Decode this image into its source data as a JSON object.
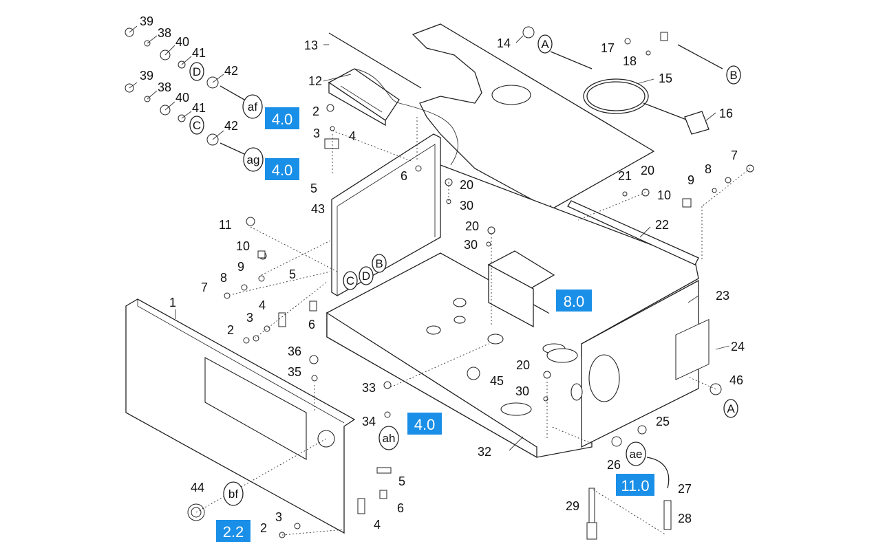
{
  "labels": [
    {
      "id": "l1",
      "text": "1"
    },
    {
      "id": "l2a",
      "text": "2"
    },
    {
      "id": "l2b",
      "text": "2"
    },
    {
      "id": "l2c",
      "text": "2"
    },
    {
      "id": "l3a",
      "text": "3"
    },
    {
      "id": "l3b",
      "text": "3"
    },
    {
      "id": "l3c",
      "text": "3"
    },
    {
      "id": "l4a",
      "text": "4"
    },
    {
      "id": "l4b",
      "text": "4"
    },
    {
      "id": "l4c",
      "text": "4"
    },
    {
      "id": "l5a",
      "text": "5"
    },
    {
      "id": "l5b",
      "text": "5"
    },
    {
      "id": "l5c",
      "text": "5"
    },
    {
      "id": "l6a",
      "text": "6"
    },
    {
      "id": "l6b",
      "text": "6"
    },
    {
      "id": "l6c",
      "text": "6"
    },
    {
      "id": "l7a",
      "text": "7"
    },
    {
      "id": "l7b",
      "text": "7"
    },
    {
      "id": "l8a",
      "text": "8"
    },
    {
      "id": "l8b",
      "text": "8"
    },
    {
      "id": "l9a",
      "text": "9"
    },
    {
      "id": "l9b",
      "text": "9"
    },
    {
      "id": "l10a",
      "text": "10"
    },
    {
      "id": "l10b",
      "text": "10"
    },
    {
      "id": "l11",
      "text": "11"
    },
    {
      "id": "l12",
      "text": "12"
    },
    {
      "id": "l13",
      "text": "13"
    },
    {
      "id": "l14",
      "text": "14"
    },
    {
      "id": "l15",
      "text": "15"
    },
    {
      "id": "l16",
      "text": "16"
    },
    {
      "id": "l17",
      "text": "17"
    },
    {
      "id": "l18",
      "text": "18"
    },
    {
      "id": "l20a",
      "text": "20"
    },
    {
      "id": "l20b",
      "text": "20"
    },
    {
      "id": "l20c",
      "text": "20"
    },
    {
      "id": "l20d",
      "text": "20"
    },
    {
      "id": "l21",
      "text": "21"
    },
    {
      "id": "l22",
      "text": "22"
    },
    {
      "id": "l23",
      "text": "23"
    },
    {
      "id": "l24",
      "text": "24"
    },
    {
      "id": "l25",
      "text": "25"
    },
    {
      "id": "l26",
      "text": "26"
    },
    {
      "id": "l27",
      "text": "27"
    },
    {
      "id": "l28",
      "text": "28"
    },
    {
      "id": "l29",
      "text": "29"
    },
    {
      "id": "l30a",
      "text": "30"
    },
    {
      "id": "l30b",
      "text": "30"
    },
    {
      "id": "l30c",
      "text": "30"
    },
    {
      "id": "l32",
      "text": "32"
    },
    {
      "id": "l33",
      "text": "33"
    },
    {
      "id": "l34",
      "text": "34"
    },
    {
      "id": "l35",
      "text": "35"
    },
    {
      "id": "l36",
      "text": "36"
    },
    {
      "id": "l38a",
      "text": "38"
    },
    {
      "id": "l38b",
      "text": "38"
    },
    {
      "id": "l39a",
      "text": "39"
    },
    {
      "id": "l39b",
      "text": "39"
    },
    {
      "id": "l40a",
      "text": "40"
    },
    {
      "id": "l40b",
      "text": "40"
    },
    {
      "id": "l41a",
      "text": "41"
    },
    {
      "id": "l41b",
      "text": "41"
    },
    {
      "id": "l42a",
      "text": "42"
    },
    {
      "id": "l42b",
      "text": "42"
    },
    {
      "id": "l43",
      "text": "43"
    },
    {
      "id": "l44",
      "text": "44"
    },
    {
      "id": "l45",
      "text": "45"
    },
    {
      "id": "l46",
      "text": "46"
    }
  ],
  "bubbles": [
    {
      "id": "bA1",
      "text": "A"
    },
    {
      "id": "bA2",
      "text": "A"
    },
    {
      "id": "bB1",
      "text": "B"
    },
    {
      "id": "bB2",
      "text": "B"
    },
    {
      "id": "bC1",
      "text": "C"
    },
    {
      "id": "bC2",
      "text": "C"
    },
    {
      "id": "bD1",
      "text": "D"
    },
    {
      "id": "bD2",
      "text": "D"
    },
    {
      "id": "baf",
      "text": "af"
    },
    {
      "id": "bag",
      "text": "ag"
    },
    {
      "id": "bah",
      "text": "ah"
    },
    {
      "id": "bae",
      "text": "ae"
    },
    {
      "id": "bbf",
      "text": "bf"
    }
  ],
  "refs": [
    {
      "id": "r1",
      "text": "4.0"
    },
    {
      "id": "r2",
      "text": "4.0"
    },
    {
      "id": "r3",
      "text": "8.0"
    },
    {
      "id": "r4",
      "text": "4.0"
    },
    {
      "id": "r5",
      "text": "11.0"
    },
    {
      "id": "r6",
      "text": "2.2"
    }
  ],
  "colors": {
    "ref_box": "#1a8fe8",
    "line": "#222222",
    "background": "#ffffff"
  }
}
